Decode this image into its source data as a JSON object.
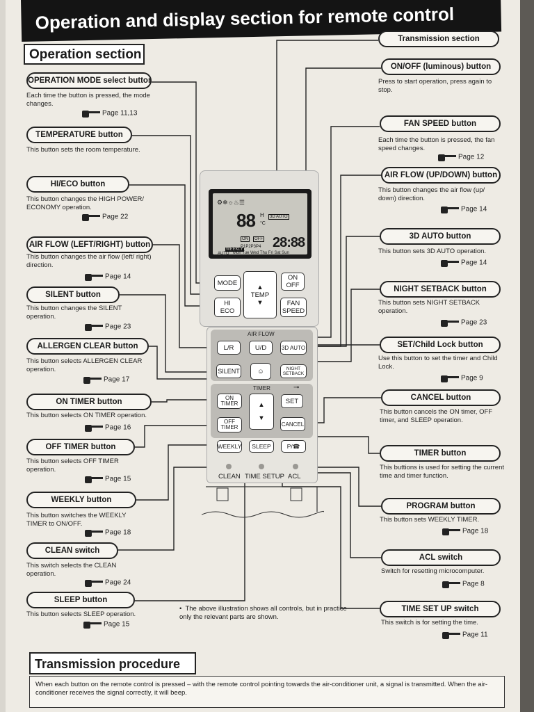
{
  "header": {
    "title": "Operation and display section for remote control"
  },
  "section_title": "Operation section",
  "left_items": [
    {
      "label": "OPERATION MODE select button",
      "desc": "Each time the button is pressed, the mode changes.",
      "page": "Page 11,13"
    },
    {
      "label": "TEMPERATURE button",
      "desc": "This button sets the room temperature.",
      "page": ""
    },
    {
      "label": "HI/ECO button",
      "desc": "This button changes the HIGH POWER/ ECONOMY operation.",
      "page": "Page 22"
    },
    {
      "label": "AIR FLOW (LEFT/RIGHT) button",
      "desc": "This button changes the air flow (left/ right) direction.",
      "page": "Page 14"
    },
    {
      "label": "SILENT button",
      "desc": "This button changes the SILENT operation.",
      "page": "Page 23"
    },
    {
      "label": "ALLERGEN CLEAR button",
      "desc": "This button selects ALLERGEN CLEAR operation.",
      "page": "Page 17"
    },
    {
      "label": "ON TIMER button",
      "desc": "This button selects ON TIMER operation.",
      "page": "Page 16"
    },
    {
      "label": "OFF TIMER button",
      "desc": "This button selects OFF TIMER operation.",
      "page": "Page 15"
    },
    {
      "label": "WEEKLY button",
      "desc": "This button switches the WEEKLY TIMER to ON/OFF.",
      "page": "Page 18"
    },
    {
      "label": "CLEAN switch",
      "desc": "This switch selects the CLEAN operation.",
      "page": "Page 24"
    },
    {
      "label": "SLEEP button",
      "desc": "This button selects SLEEP operation.",
      "page": "Page 15"
    }
  ],
  "right_items": [
    {
      "label": "Transmission section",
      "desc": "",
      "page": ""
    },
    {
      "label": "ON/OFF (luminous) button",
      "desc": "Press to start operation, press again to stop.",
      "page": ""
    },
    {
      "label": "FAN SPEED button",
      "desc": "Each time the button is pressed, the fan speed changes.",
      "page": "Page 12"
    },
    {
      "label": "AIR FLOW (UP/DOWN) button",
      "desc": "This button changes the air flow (up/ down) direction.",
      "page": "Page 14"
    },
    {
      "label": "3D AUTO button",
      "desc": "This button sets 3D AUTO operation.",
      "page": "Page 14"
    },
    {
      "label": "NIGHT SETBACK button",
      "desc": "This button sets NIGHT SETBACK operation.",
      "page": "Page 23"
    },
    {
      "label": "SET/Child Lock button",
      "desc": "Use this button to set the timer and Child Lock.",
      "page": "Page 9"
    },
    {
      "label": "CANCEL button",
      "desc": "This button cancels the ON timer, OFF timer, and SLEEP operation.",
      "page": ""
    },
    {
      "label": "TIMER button",
      "desc": "This buttions is used for setting the current time and timer function.",
      "page": ""
    },
    {
      "label": "PROGRAM button",
      "desc": "This button sets WEEKLY TIMER.",
      "page": "Page 18"
    },
    {
      "label": "ACL switch",
      "desc": "Switch for resetting microcomputer.",
      "page": "Page 8"
    },
    {
      "label": "TIME SET UP switch",
      "desc": "This switch is for setting the time.",
      "page": "Page 11"
    }
  ],
  "remote": {
    "lcd_big": "88",
    "lcd_clock": "28:88",
    "lcd_days": "Mon Tue Wed Thu Fri Sat Sun",
    "lcd_programs": "P1P2P3P4",
    "lcd_3dauto": "3D AUTO",
    "lcd_on": "ON",
    "lcd_off": "OFF",
    "lcd_auto": "AUTO",
    "lcd_weekly": "WEEKLY",
    "lcd_hi": "H",
    "lcd_unit": "°C",
    "buttons": {
      "mode": "MODE",
      "temp": "TEMP",
      "on_off": "ON\nOFF",
      "hi_eco": "HI\nECO",
      "fan_speed": "FAN\nSPEED",
      "airflow_label": "AIR FLOW",
      "lr": "L/R",
      "ud": "U/D",
      "auto3d": "3D AUTO",
      "silent": "SILENT",
      "night": "NIGHT\nSETBACK",
      "timer_label": "TIMER",
      "on_timer": "ON\nTIMER",
      "off_timer": "OFF\nTIMER",
      "set": "SET",
      "cancel": "CANCEL",
      "weekly": "WEEKLY",
      "sleep": "SLEEP",
      "program": "P/",
      "clean": "CLEAN",
      "time_setup": "TIME SETUP",
      "acl": "ACL"
    }
  },
  "note": "The above illustration shows all controls, but in practice only the relevant parts are shown.",
  "transmission": {
    "title": "Transmission procedure",
    "text": "When each button on the remote control is pressed – with the remote control pointing towards the air-conditioner unit, a signal is transmitted. When the air-conditioner receives the signal correctly, it will beep."
  }
}
